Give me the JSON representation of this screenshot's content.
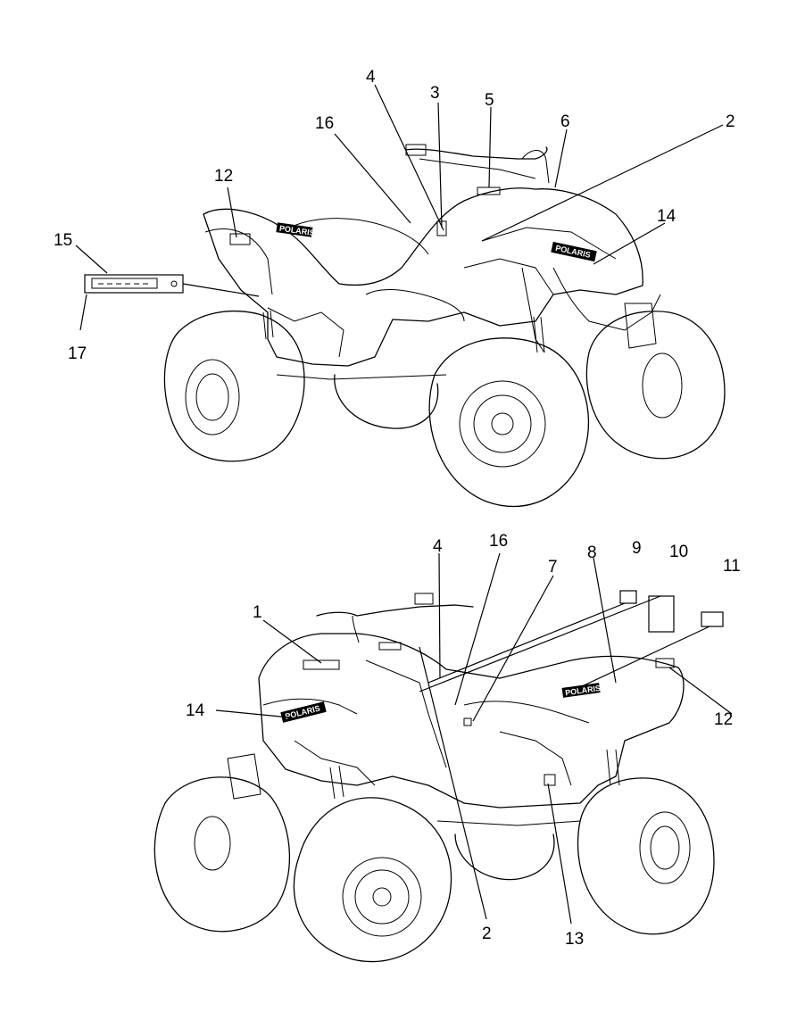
{
  "diagram": {
    "upper_view": {
      "callouts": [
        "15",
        "17",
        "12",
        "16",
        "4",
        "3",
        "5",
        "6",
        "2",
        "14"
      ]
    },
    "lower_view": {
      "callouts": [
        "1",
        "14",
        "4",
        "16",
        "7",
        "8",
        "9",
        "10",
        "11",
        "12",
        "2",
        "13"
      ]
    },
    "logo_text": "POLARIS"
  }
}
